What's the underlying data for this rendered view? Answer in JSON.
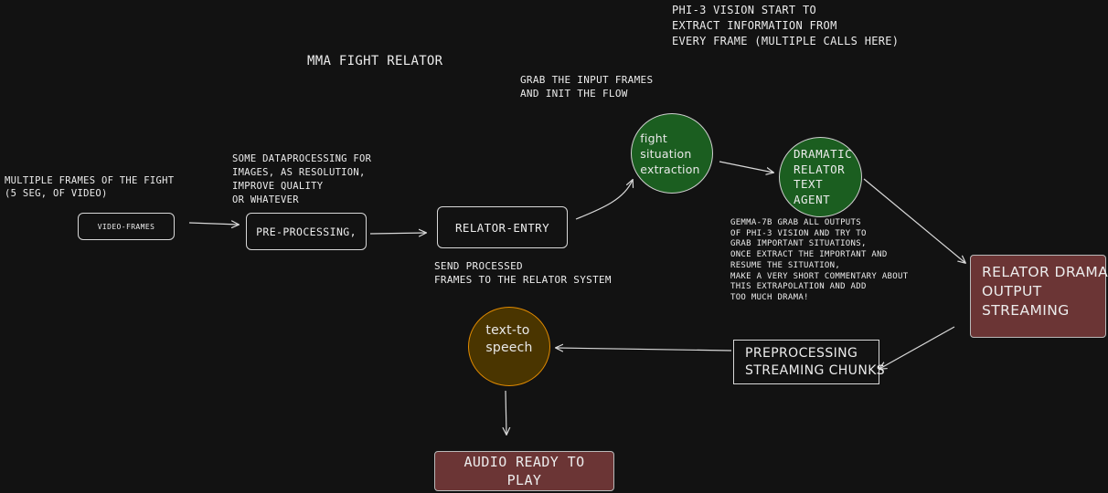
{
  "title": "MMA FIGHT RELATOR",
  "notes": {
    "phi3_vision": "PHI-3 VISION START TO\nEXTRACT INFORMATION FROM\nEVERY FRAME (MULTIPLE CALLS HERE)",
    "grab_input": "GRAB THE INPUT FRAMES\nAND INIT THE FLOW",
    "multiple_frames": "MULTIPLE FRAMES OF THE FIGHT\n(5 SEG, OF VIDEO)",
    "data_processing": "SOME DATAPROCESSING FOR\nIMAGES, AS RESOLUTION,\nIMPROVE QUALITY\nOR WHATEVER",
    "send_processed": "SEND PROCESSED\nFRAMES TO THE RELATOR SYSTEM",
    "gemma": "GEMMA-7B GRAB ALL OUTPUTS\nOF PHI-3 VISION AND TRY TO\nGRAB IMPORTANT SITUATIONS,\nONCE EXTRACT THE IMPORTANT AND\nRESUME THE SITUATION,\nMAKE A VERY SHORT COMMENTARY ABOUT\nTHIS EXTRAPOLATION AND ADD\nTOO MUCH DRAMA!"
  },
  "nodes": {
    "video_frames": "VIDEO-FRAMES",
    "pre_processing": "PRE-PROCESSING,",
    "relator_entry": "RELATOR-ENTRY",
    "fight_situation": "fight\nsituation\nextraction",
    "dramatic_relator": "DRAMATIC\nRELATOR\nTEXT\nAGENT",
    "relator_drama_output": "relator drama\noutput\nstreaming",
    "preprocessing_chunks": "preprocessing\nstreaming chunks",
    "text_to_speech": "text-to\nspeech",
    "audio_ready": "AUDIO READY TO\nPLAY"
  },
  "colors": {
    "background": "#121212",
    "green_node": "#1b5e20",
    "orange_node": "#4a3500",
    "orange_border": "#e08a00",
    "red_node": "#6b3535",
    "stroke": "#d8d8d8"
  }
}
